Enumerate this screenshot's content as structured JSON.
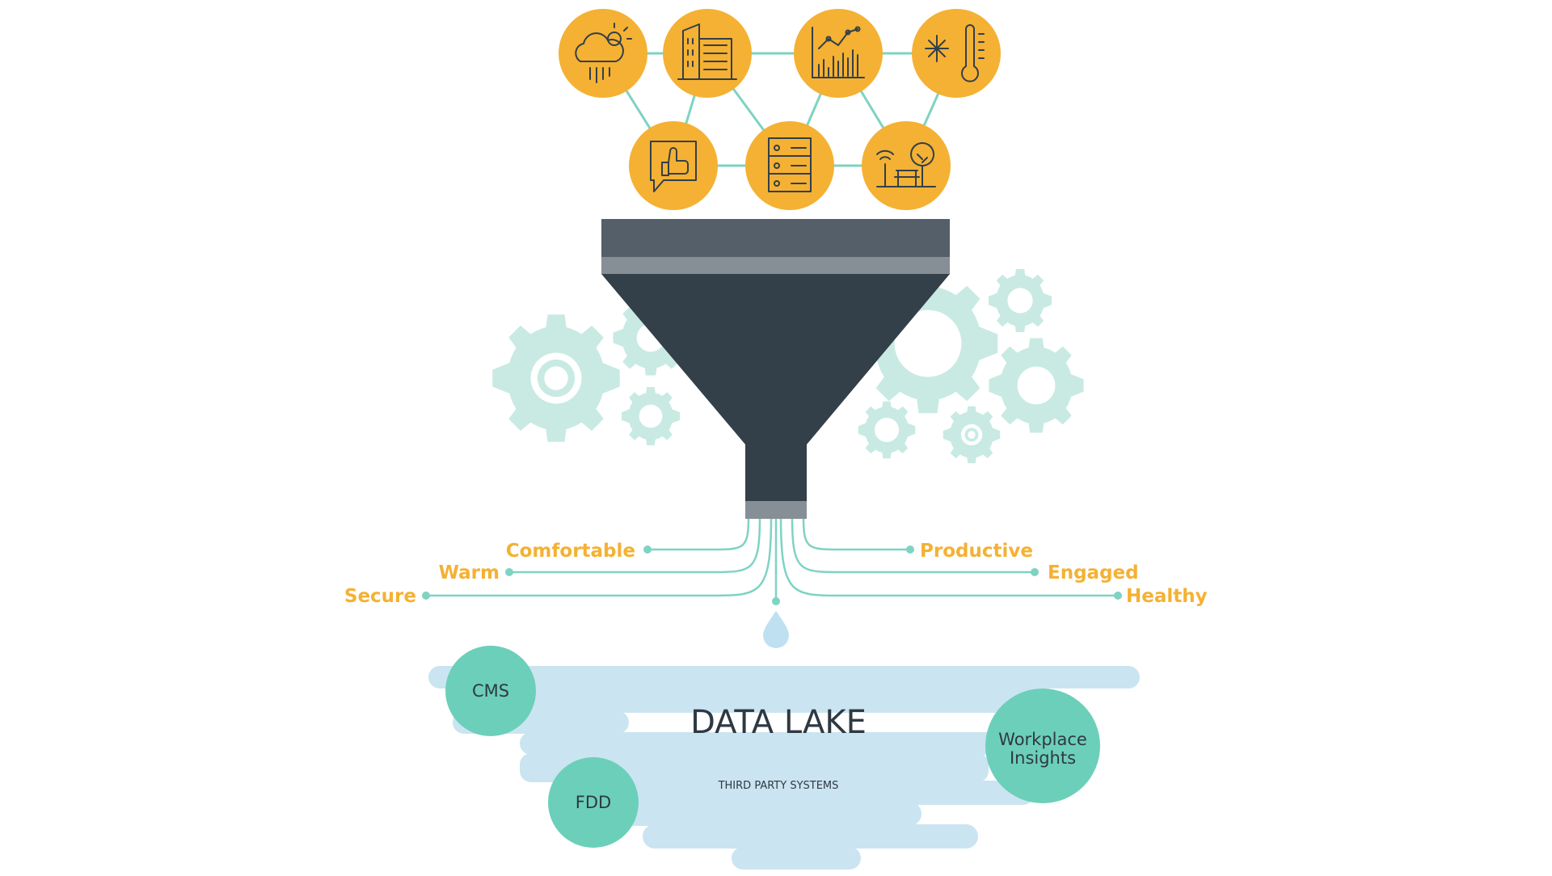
{
  "colors": {
    "accent": "#F4B133",
    "teal": "#6CCFBA",
    "connector": "#7ED3C2",
    "gear": "#C8EAE2",
    "lake": "#CBE4F1",
    "funnel_dark": "#333F49",
    "funnel_rim": "#555F69",
    "funnel_band": "#868E96",
    "text_dark": "#2E3942"
  },
  "sources": [
    {
      "icon": "weather-icon"
    },
    {
      "icon": "building-icon"
    },
    {
      "icon": "chart-icon"
    },
    {
      "icon": "temperature-icon"
    },
    {
      "icon": "feedback-icon"
    },
    {
      "icon": "server-icon"
    },
    {
      "icon": "outdoor-sensor-icon"
    }
  ],
  "outcomes": {
    "left": [
      "Comfortable",
      "Warm",
      "Secure"
    ],
    "right": [
      "Productive",
      "Engaged",
      "Healthy"
    ]
  },
  "lake": {
    "title": "DATA LAKE",
    "subtitle": "THIRD PARTY SYSTEMS"
  },
  "systems": {
    "cms": "CMS",
    "fdd": "FDD",
    "workplace_line1": "Workplace",
    "workplace_line2": "Insights"
  }
}
